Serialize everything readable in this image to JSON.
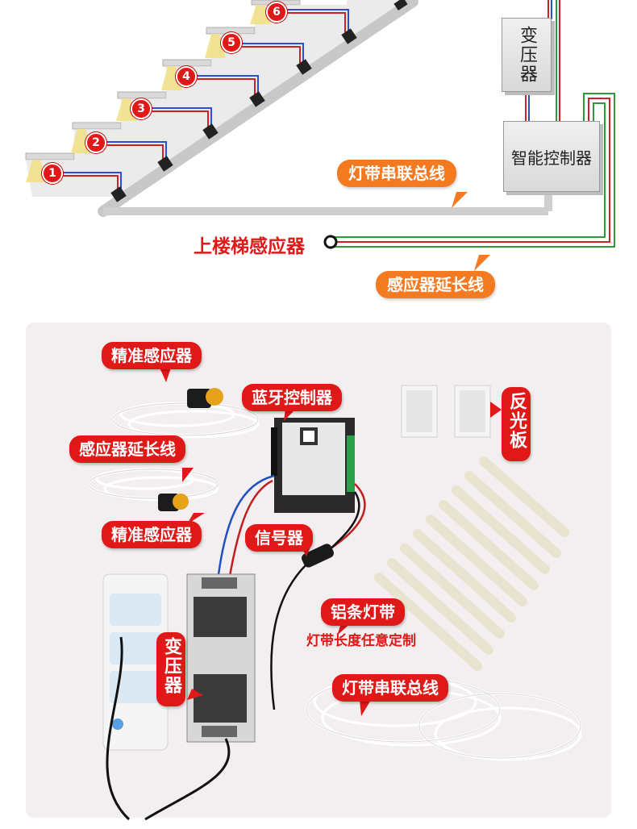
{
  "diagram": {
    "steps": [
      "1",
      "2",
      "3",
      "4",
      "5",
      "6"
    ],
    "transformer_box": "变压器",
    "controller_box": "智能控制器",
    "bus_line_label": "灯带串联总线",
    "upstairs_sensor_label": "上楼梯感应器",
    "sensor_ext_label": "感应器延长线"
  },
  "photo": {
    "precise_sensor_top": "精准感应器",
    "sensor_ext": "感应器延长线",
    "precise_sensor_bottom": "精准感应器",
    "bluetooth_controller": "蓝牙控制器",
    "reflector": "反光板",
    "signal_device": "信号器",
    "aluminum_strip": "铝条灯带",
    "strip_length_note": "灯带长度任意定制",
    "transformer": "变压器",
    "bus_line": "灯带串联总线"
  },
  "colors": {
    "label_red": "#e01818",
    "label_orange": "#f47a22"
  }
}
